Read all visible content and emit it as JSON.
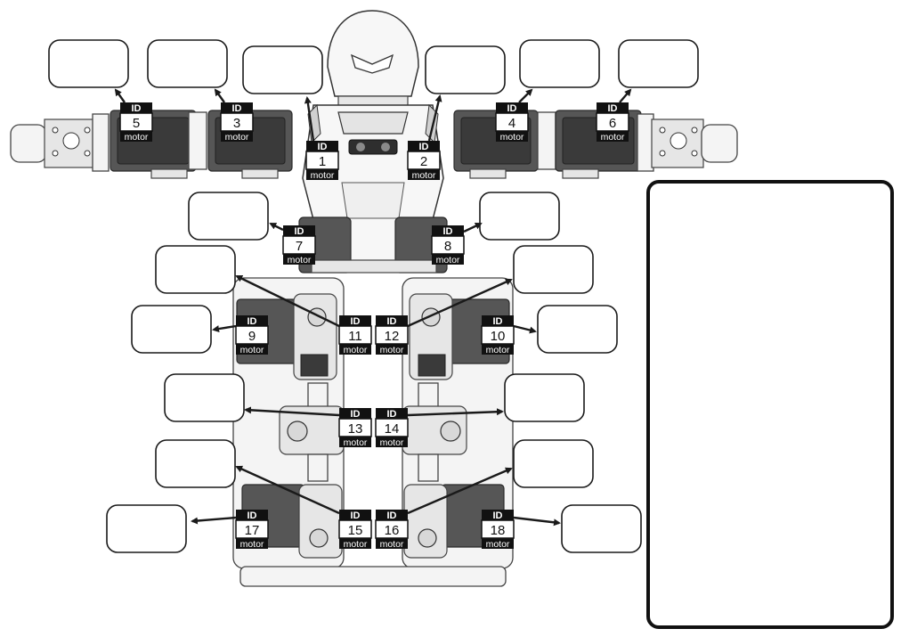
{
  "diagram": {
    "tag_id_text": "ID",
    "tag_motor_text": "motor",
    "motors": [
      {
        "id": "1"
      },
      {
        "id": "2"
      },
      {
        "id": "3"
      },
      {
        "id": "4"
      },
      {
        "id": "5"
      },
      {
        "id": "6"
      },
      {
        "id": "7"
      },
      {
        "id": "8"
      },
      {
        "id": "9"
      },
      {
        "id": "10"
      },
      {
        "id": "11"
      },
      {
        "id": "12"
      },
      {
        "id": "13"
      },
      {
        "id": "14"
      },
      {
        "id": "15"
      },
      {
        "id": "16"
      },
      {
        "id": "17"
      },
      {
        "id": "18"
      }
    ]
  }
}
